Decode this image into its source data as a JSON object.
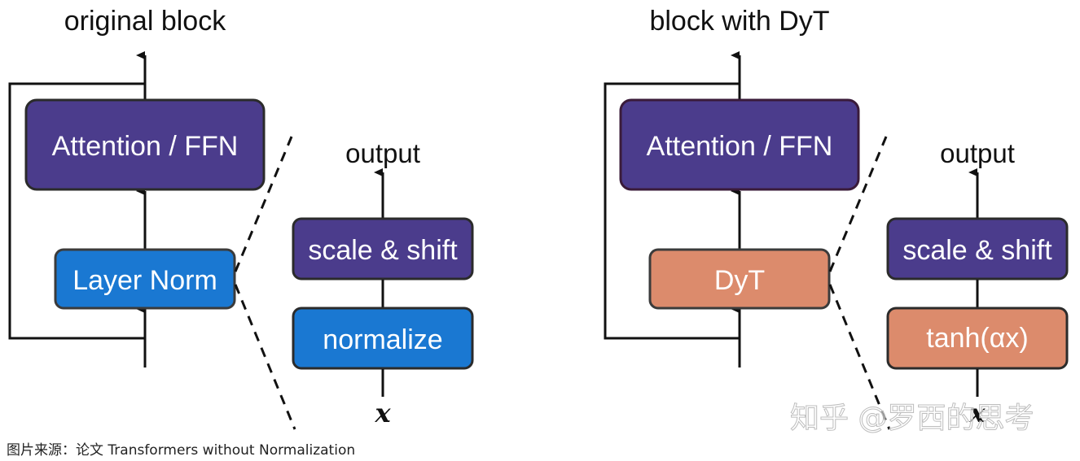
{
  "left_panel": {
    "title": "original block",
    "attention_label": "Attention / FFN",
    "norm_label": "Layer Norm",
    "detail": {
      "output_label": "output",
      "top_box_label": "scale & shift",
      "bottom_box_label": "normalize",
      "input_label": "x"
    }
  },
  "right_panel": {
    "title": "block with DyT",
    "attention_label": "Attention / FFN",
    "norm_label": "DyT",
    "detail": {
      "output_label": "output",
      "top_box_label": "scale & shift",
      "bottom_box_label": "tanh(αx)",
      "input_label": "x"
    }
  },
  "watermark": "知乎 @罗西的思考",
  "caption": "图片来源：论文 Transformers without Normalization",
  "colors": {
    "purple_box": "#4b3c8c",
    "blue_box": "#1a78d2",
    "orange_box": "#dc8b6c",
    "box_border": "#3b3b3b",
    "line": "#111111"
  }
}
